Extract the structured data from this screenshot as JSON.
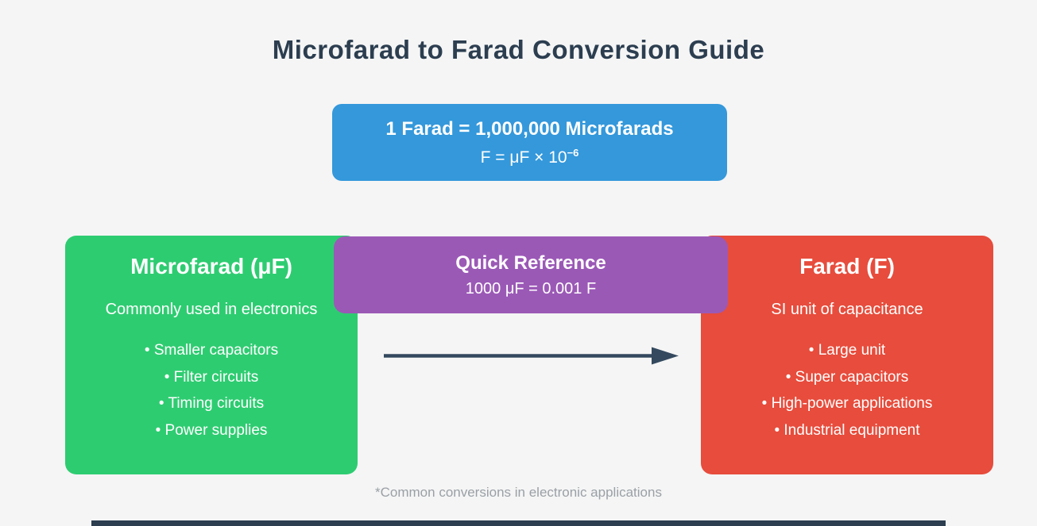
{
  "title": "Microfarad to Farad Conversion Guide",
  "conversion_box": {
    "headline": "1 Farad = 1,000,000 Microfarads",
    "formula_base": "F = μF × 10",
    "formula_exponent": "−6"
  },
  "microfarad_card": {
    "title": "Microfarad (μF)",
    "subtitle": "Commonly used in electronics",
    "items": [
      "Smaller capacitors",
      "Filter circuits",
      "Timing circuits",
      "Power supplies"
    ]
  },
  "quick_reference": {
    "title": "Quick Reference",
    "detail": "1000 μF = 0.001 F"
  },
  "farad_card": {
    "title": "Farad (F)",
    "subtitle": "SI unit of capacitance",
    "items": [
      "Large unit",
      "Super capacitors",
      "High-power applications",
      "Industrial equipment"
    ]
  },
  "footnote": "*Common conversions in electronic applications",
  "colors": {
    "background": "#f5f5f5",
    "title_text": "#2c3e50",
    "blue": "#3498db",
    "green": "#2ecc71",
    "purple": "#9b59b6",
    "red": "#e74c3c",
    "arrow": "#34495e",
    "footnote_text": "#9aa0a6",
    "bottom_bar": "#2c3e50"
  }
}
